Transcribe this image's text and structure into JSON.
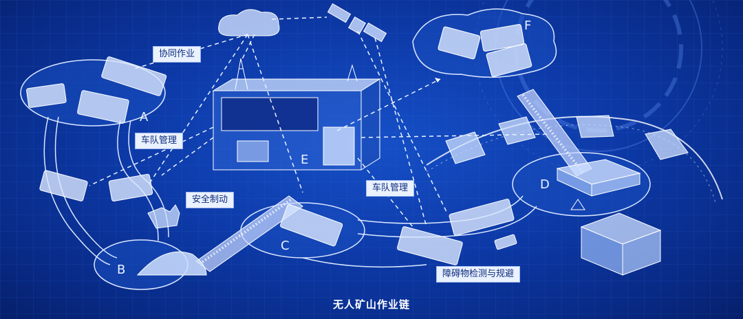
{
  "labels": {
    "coop": "协同作业",
    "fleet1": "车队管理",
    "fleet2": "车队管理",
    "brake": "安全制动",
    "obstacle": "障碍物检测与规避"
  },
  "zones": {
    "a": "A",
    "b": "B",
    "c": "C",
    "d": "D",
    "e": "E",
    "f": "F"
  },
  "caption": "无人矿山作业链",
  "colors": {
    "background": "#0d3aa8",
    "line": "#dce8ff",
    "label_bg": "#eaf1ff"
  }
}
